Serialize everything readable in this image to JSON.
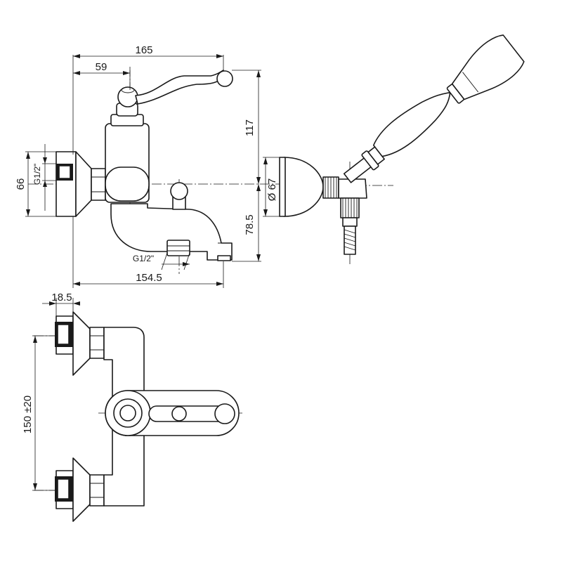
{
  "drawing": {
    "front_view": {
      "dimensions": {
        "overall_width": "165",
        "handle_offset": "59",
        "handle_height": "117",
        "connector_height": "66",
        "inlet_thread": "G1/2\"",
        "spout_depth": "78.5",
        "outlet_thread": "G1/2\"",
        "spout_length": "154.5"
      }
    },
    "shower_view": {
      "dimensions": {
        "holder_diameter": "Ø 67"
      }
    },
    "top_view": {
      "dimensions": {
        "eccentric_width": "18.5",
        "centre_distance": "150 ±20"
      }
    }
  }
}
